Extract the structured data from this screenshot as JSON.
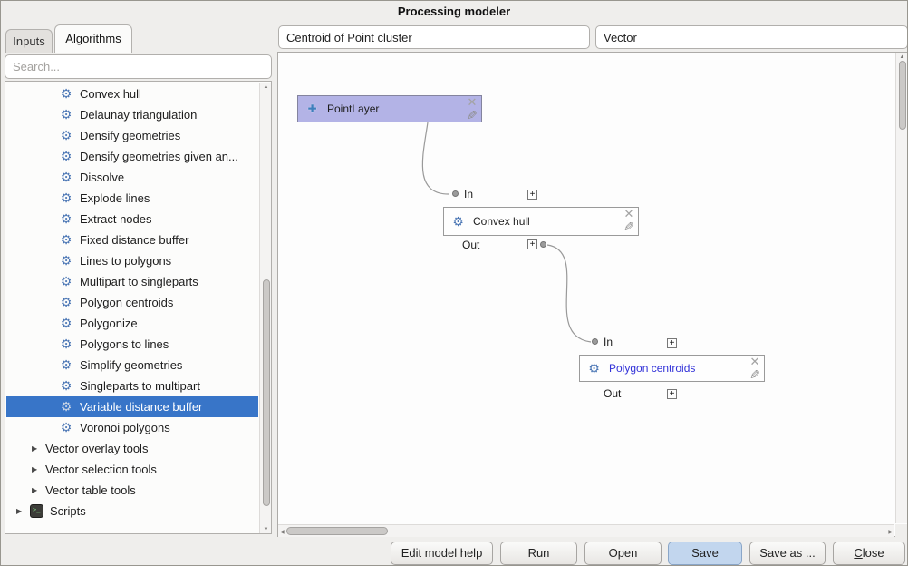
{
  "window": {
    "title": "Processing modeler"
  },
  "left_panel": {
    "tabs": [
      {
        "label": "Inputs",
        "active": false
      },
      {
        "label": "Algorithms",
        "active": true
      }
    ],
    "search": {
      "placeholder": "Search..."
    },
    "tree": {
      "items": [
        {
          "label": "Convex hull",
          "icon": "gear",
          "level": 2
        },
        {
          "label": "Delaunay triangulation",
          "icon": "gear",
          "level": 2
        },
        {
          "label": "Densify geometries",
          "icon": "gear",
          "level": 2
        },
        {
          "label": "Densify geometries given an...",
          "icon": "gear",
          "level": 2
        },
        {
          "label": "Dissolve",
          "icon": "gear",
          "level": 2
        },
        {
          "label": "Explode lines",
          "icon": "gear",
          "level": 2
        },
        {
          "label": "Extract nodes",
          "icon": "gear",
          "level": 2
        },
        {
          "label": "Fixed distance buffer",
          "icon": "gear",
          "level": 2
        },
        {
          "label": "Lines to polygons",
          "icon": "gear",
          "level": 2
        },
        {
          "label": "Multipart to singleparts",
          "icon": "gear",
          "level": 2
        },
        {
          "label": "Polygon centroids",
          "icon": "gear",
          "level": 2
        },
        {
          "label": "Polygonize",
          "icon": "gear",
          "level": 2
        },
        {
          "label": "Polygons to lines",
          "icon": "gear",
          "level": 2
        },
        {
          "label": "Simplify geometries",
          "icon": "gear",
          "level": 2
        },
        {
          "label": "Singleparts to multipart",
          "icon": "gear",
          "level": 2
        },
        {
          "label": "Variable distance buffer",
          "icon": "gear",
          "level": 2,
          "selected": true
        },
        {
          "label": "Voronoi polygons",
          "icon": "gear",
          "level": 2
        },
        {
          "label": "Vector overlay tools",
          "icon": "collapsed-arrow",
          "level": 1
        },
        {
          "label": "Vector selection tools",
          "icon": "collapsed-arrow",
          "level": 1
        },
        {
          "label": "Vector table tools",
          "icon": "collapsed-arrow",
          "level": 1
        },
        {
          "label": "Scripts",
          "icon": "script-terminal",
          "level": 0
        }
      ]
    }
  },
  "header": {
    "model_name": "Centroid of Point cluster",
    "model_group": "Vector"
  },
  "canvas": {
    "input_node": {
      "label": "PointLayer"
    },
    "algo_nodes": [
      {
        "label": "Convex hull",
        "in_label": "In",
        "out_label": "Out"
      },
      {
        "label": "Polygon centroids",
        "in_label": "In",
        "out_label": "Out"
      }
    ],
    "expand_symbol": "+"
  },
  "footer": {
    "buttons": [
      {
        "label": "Edit model help"
      },
      {
        "label": "Run"
      },
      {
        "label": "Open"
      },
      {
        "label": "Save"
      },
      {
        "label": "Save as ..."
      },
      {
        "label": "Close",
        "accel": "C",
        "rest": "lose"
      }
    ]
  },
  "icons": {
    "gear": "⚙",
    "collapsed_arrow": "▶",
    "plus_input": "✚",
    "delete": "✕",
    "edit": "✎",
    "up": "▲",
    "down": "▼",
    "left": "◀",
    "right": "▶"
  },
  "colors": {
    "selection_blue": "#3875c8",
    "input_node_fill": "#b3b3e6",
    "algorithm_link_text": "#3232d8",
    "save_button_fill": "#c2d6ee",
    "gear_icon_blue": "#4c77b5"
  }
}
